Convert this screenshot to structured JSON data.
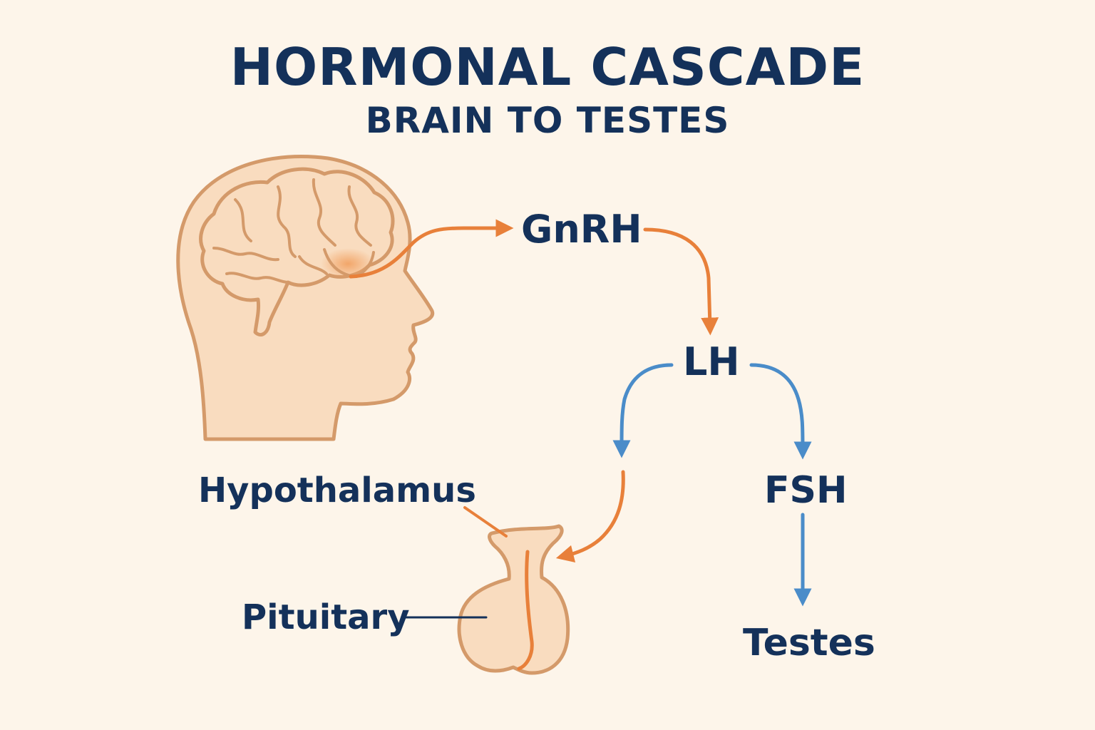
{
  "title": "HORMONAL CASCADE",
  "subtitle": "BRAIN TO TESTES",
  "nodes": {
    "gnrh": "GnRH",
    "lh": "LH",
    "fsh": "FSH",
    "testes": "Testes",
    "hypothalamus": "Hypothalamus",
    "pituitary": "Pituitary"
  },
  "colors": {
    "background": "#fdf5ea",
    "text": "#14315a",
    "orange_arrow": "#e8803a",
    "blue_arrow": "#4a8cc9",
    "skin_fill": "#f9dcbf",
    "skin_outline": "#d49a6a"
  },
  "icons": [
    "head-profile-icon",
    "brain-icon",
    "pituitary-gland-icon"
  ]
}
